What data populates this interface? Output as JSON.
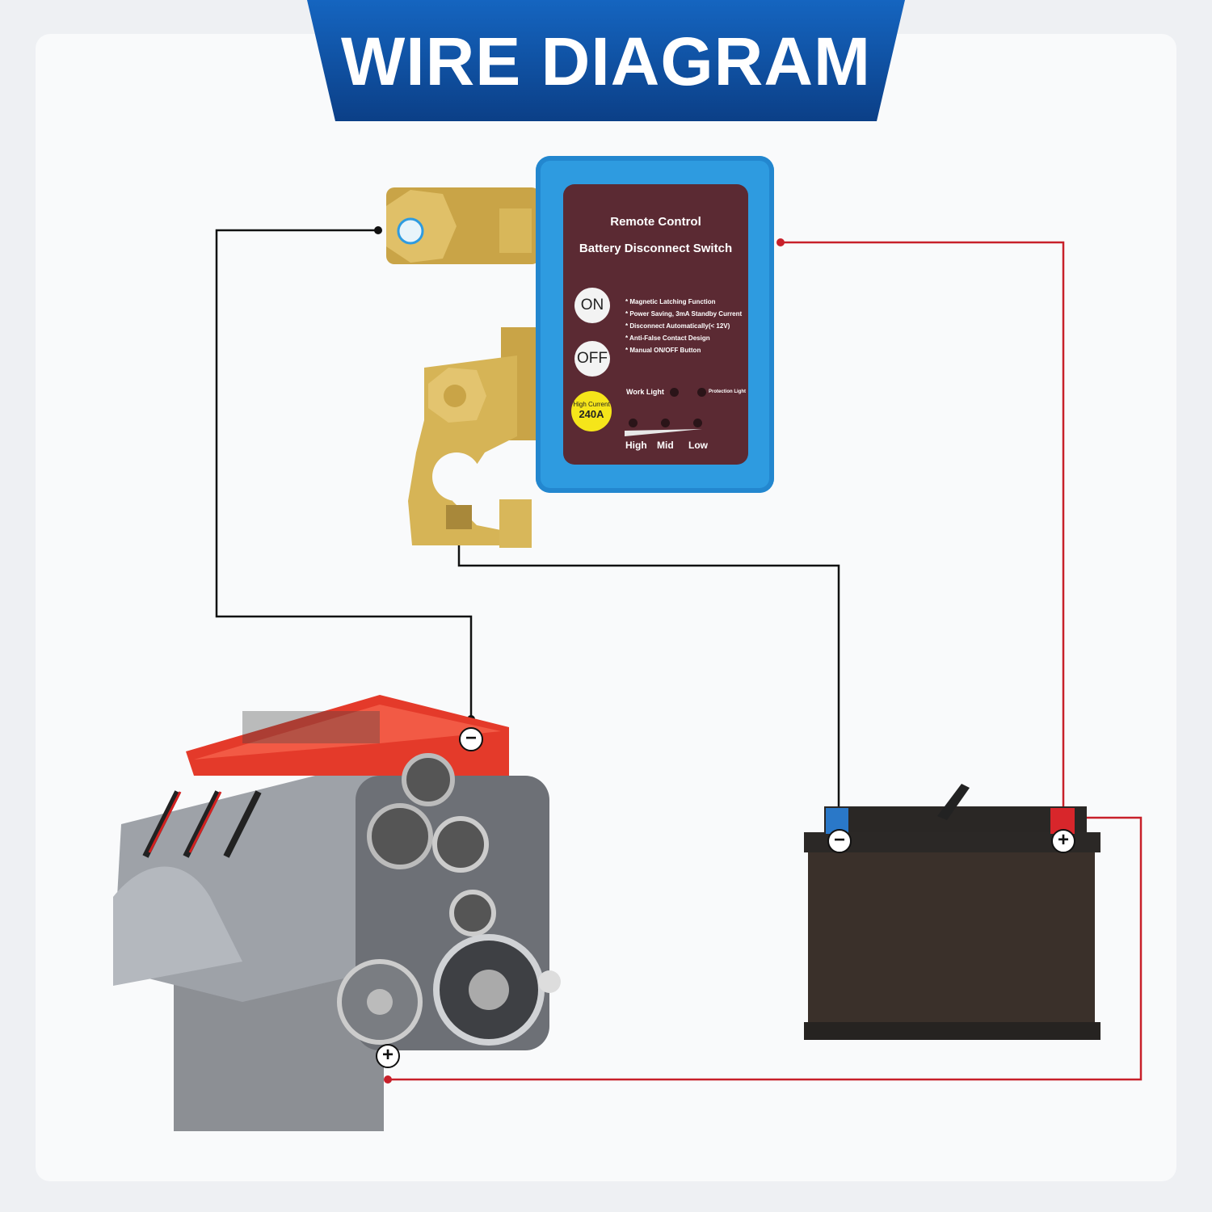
{
  "header": {
    "title": "WIRE DIAGRAM"
  },
  "device": {
    "title_line1": "Remote Control",
    "title_line2": "Battery Disconnect Switch",
    "on_button": "ON",
    "off_button": "OFF",
    "features": [
      "* Magnetic Latching Function",
      "* Power Saving, 3mA Standby Current",
      "* Disconnect Automatically(< 12V)",
      "* Anti-False Contact Design",
      "* Manual ON/OFF Button"
    ],
    "badge_line1": "High Current",
    "badge_line2": "240A",
    "work_light": "Work Light",
    "protection_light": "Protection Light",
    "levels": [
      "High",
      "Mid",
      "Low"
    ]
  },
  "terminals": {
    "minus": "−",
    "plus": "+"
  },
  "colors": {
    "banner": "#0d4ea0",
    "device": "#2e9be0",
    "panel": "#5b2a33",
    "wire_negative": "#111111",
    "wire_positive": "#c8202a"
  }
}
